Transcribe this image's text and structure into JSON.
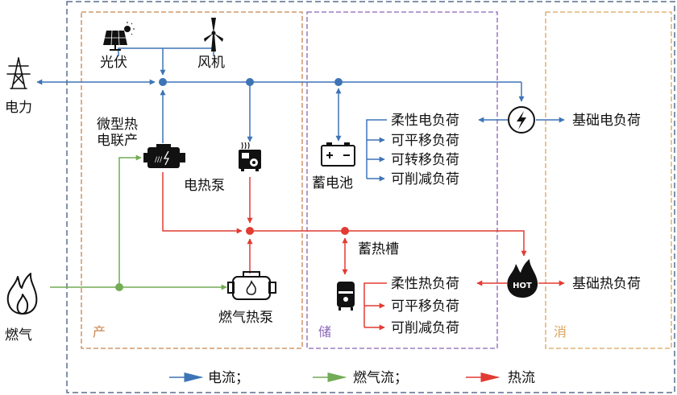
{
  "colors": {
    "electric": "#3d74b6",
    "gas": "#72ac55",
    "heat": "#e23b32",
    "produce": "#c8844e",
    "store": "#8a64b8",
    "consume": "#d9a45b",
    "outer": "#5b6e8e",
    "flex_electric": "#7d3f9a",
    "flex_heat": "#e23b32"
  },
  "icons": {
    "grid": "power-tower-icon",
    "pv": "solar-panel-icon",
    "wind": "wind-turbine-icon",
    "chp": "micro-chp-engine-icon",
    "electric_heat_pump": "electric-heat-pump-icon",
    "gas": "gas-flame-icon",
    "gas_heat_pump": "gas-heat-pump-engine-icon",
    "battery": "battery-icon",
    "heat_tank": "heat-storage-tank-icon",
    "electric_hub": "lightning-hub-icon",
    "heat_hub": "hot-hub-icon"
  },
  "sources": {
    "grid": "电力",
    "gas": "燃气"
  },
  "produce": {
    "region_label": "产",
    "pv": "光伏",
    "wind": "风机",
    "chp_line1": "微型热",
    "chp_line2": "电联产",
    "electric_heat_pump": "电热泵",
    "gas_heat_pump": "燃气热泵"
  },
  "store": {
    "region_label": "储",
    "battery": "蓄电池",
    "heat_tank": "蓄热槽",
    "flexible_electric_load": "柔性电负荷",
    "electric_subloads": [
      "可平移负荷",
      "可转移负荷",
      "可削减负荷"
    ],
    "flexible_heat_load": "柔性热负荷",
    "heat_subloads": [
      "可平移负荷",
      "可削减负荷"
    ]
  },
  "consume": {
    "region_label": "消",
    "base_electric_load": "基础电负荷",
    "base_heat_load": "基础热负荷",
    "hot_badge": "HOT"
  },
  "legend": {
    "electric": "电流；",
    "gas": "燃气流；",
    "heat": "热流"
  }
}
